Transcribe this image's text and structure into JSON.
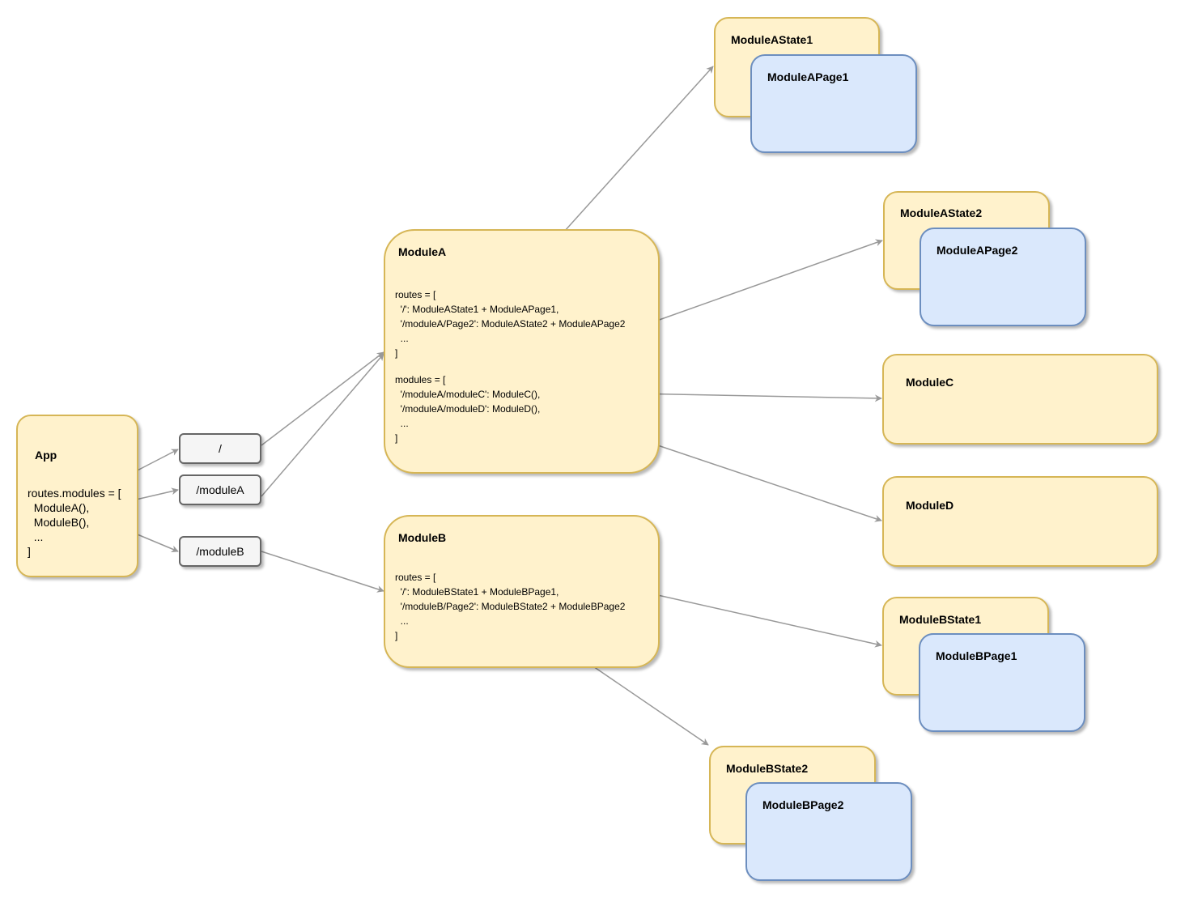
{
  "app": {
    "title": "App",
    "code": "routes.modules = [\n  ModuleA(),\n  ModuleB(),\n  ...\n]"
  },
  "routes": {
    "root": "/",
    "module_a": "/moduleA",
    "module_b": "/moduleB"
  },
  "module_a": {
    "title": "ModuleA",
    "routes_code": "routes = [\n  '/': ModuleAState1 + ModuleAPage1,\n  '/moduleA/Page2': ModuleAState2 + ModuleAPage2\n  ...\n]",
    "modules_code": "modules = [\n  '/moduleA/moduleC': ModuleC(),\n  '/moduleA/moduleD': ModuleD(),\n  ...\n]"
  },
  "module_b": {
    "title": "ModuleB",
    "routes_code": "routes = [\n  '/': ModuleBState1 + ModuleBPage1,\n  '/moduleB/Page2': ModuleBState2 + ModuleBPage2\n  ...\n]"
  },
  "module_a_state1": "ModuleAState1",
  "module_a_page1": "ModuleAPage1",
  "module_a_state2": "ModuleAState2",
  "module_a_page2": "ModuleAPage2",
  "module_c": "ModuleC",
  "module_d": "ModuleD",
  "module_b_state1": "ModuleBState1",
  "module_b_page1": "ModuleBPage1",
  "module_b_state2": "ModuleBState2",
  "module_b_page2": "ModuleBPage2",
  "colors": {
    "state_fill": "#fff2cc",
    "state_stroke": "#d6b656",
    "page_fill": "#dae8fc",
    "page_stroke": "#6c8ebf",
    "route_fill": "#f5f5f5",
    "route_stroke": "#666666",
    "connector": "#999999"
  }
}
